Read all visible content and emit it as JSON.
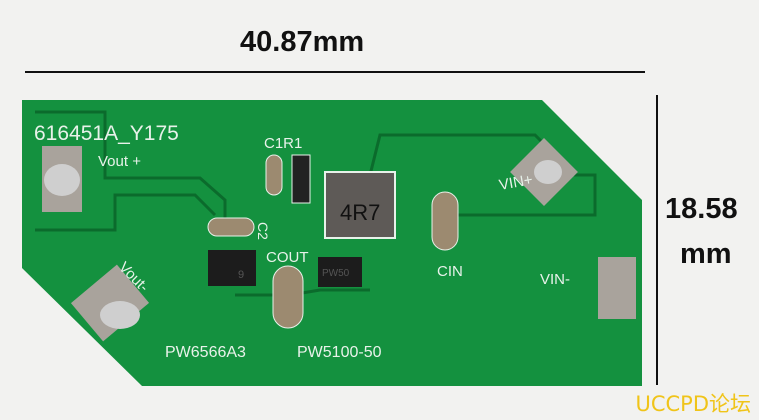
{
  "dimensions": {
    "width_label": "40.87mm",
    "height_value": "18.58",
    "height_unit": "mm"
  },
  "board": {
    "code": "616451A_Y175",
    "vout_plus": "Vout +",
    "vout_minus": "Vout-",
    "vin_plus": "VIN+",
    "vin_minus": "VIN-",
    "c1r1": "C1R1",
    "c2": "C2",
    "cout": "COUT",
    "cin": "CIN",
    "inductor_mark": "4R7",
    "chip_left": "PW6566A3",
    "chip_right": "PW5100-50",
    "ic_mark_left": "9",
    "ic_mark_right": "PW50"
  },
  "colors": {
    "pcb": "#14913f",
    "silk": "#e8f2ea",
    "pad": "#a9a39c",
    "watermark": "#f0c419"
  },
  "watermark": "UCCPD论坛"
}
